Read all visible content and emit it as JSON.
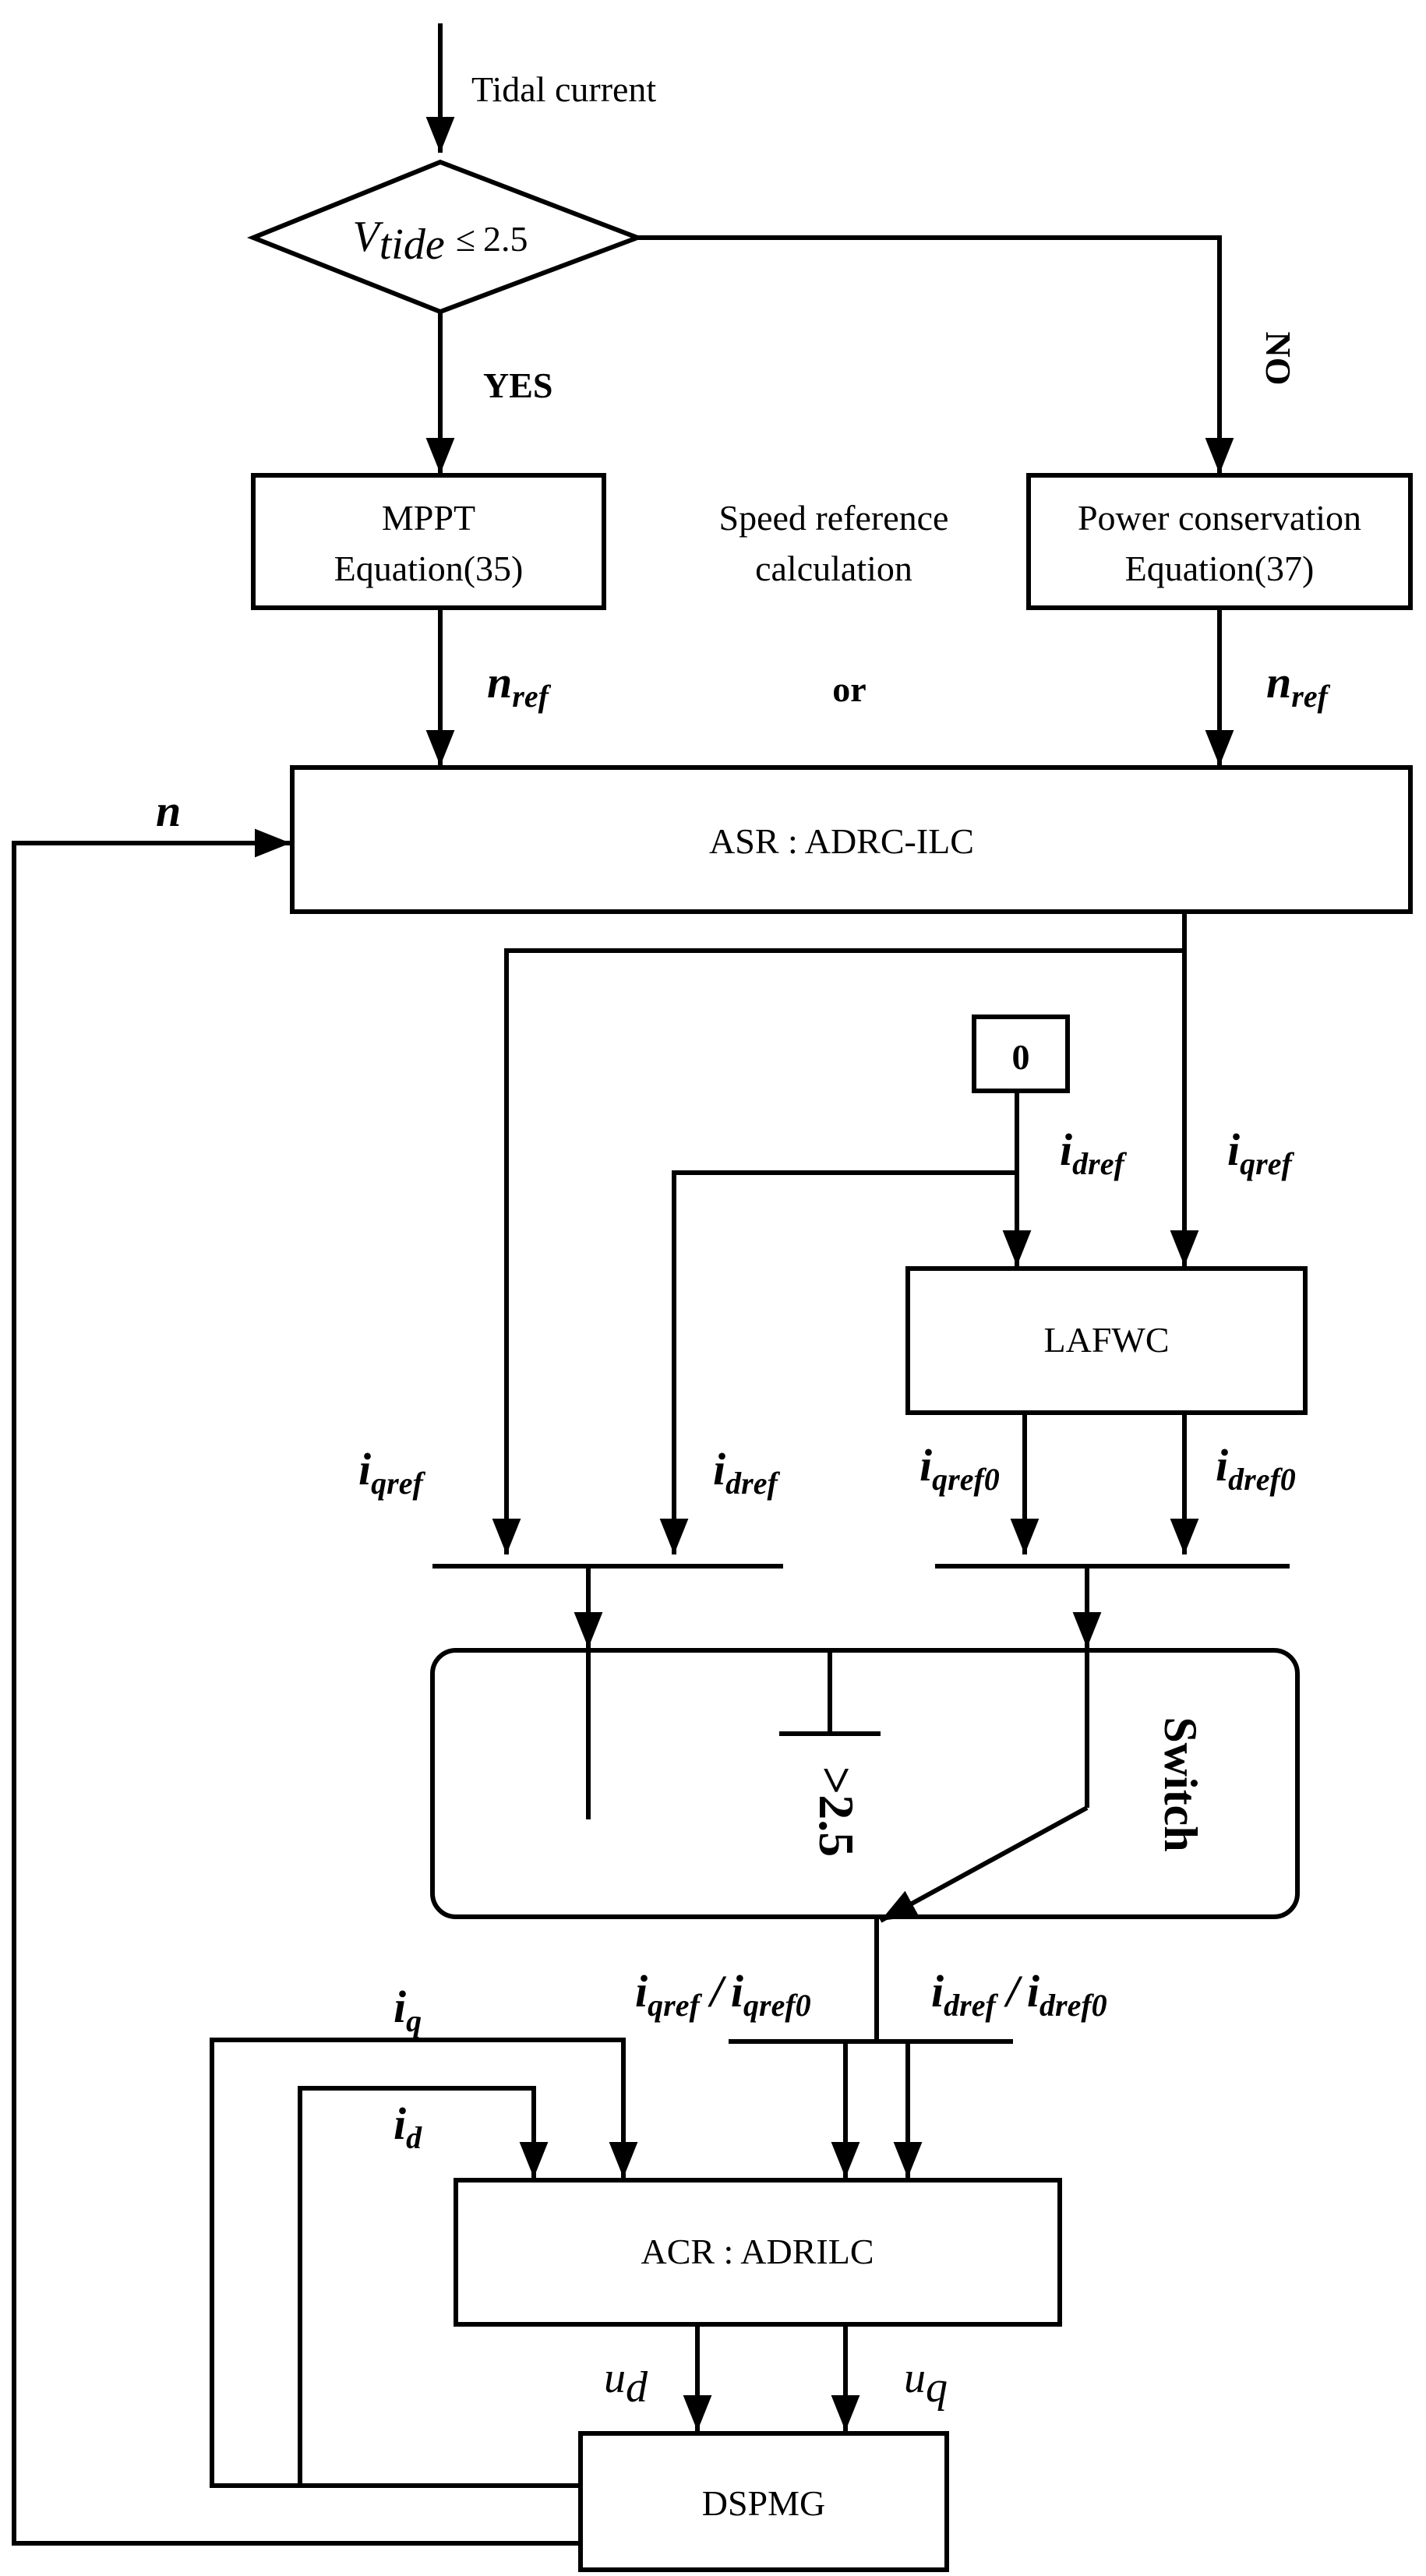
{
  "input_label": "Tidal current",
  "decision": {
    "var": "V",
    "sub": "tide",
    "op": "≤",
    "value": "2.5"
  },
  "yes_label": "YES",
  "no_label": "NO",
  "mppt": {
    "line1": "MPPT",
    "line2": "Equation(35)"
  },
  "speed_ref": {
    "line1": "Speed reference",
    "line2": "calculation"
  },
  "or_label": "or",
  "power_cons": {
    "line1": "Power conservation",
    "line2": "Equation(37)"
  },
  "asr_label": "ASR : ADRC-ILC",
  "zero_label": "0",
  "lafwc_label": "LAFWC",
  "switch_label": "Switch",
  "switch_cond": ">2.5",
  "acr_label": "ACR : ADRILC",
  "dspmg_label": "DSPMG",
  "signals": {
    "n_main": "n",
    "n_sub": "",
    "n_ref_main": "n",
    "n_ref_sub": "ref",
    "i_main": "i",
    "dref_sub": "dref",
    "qref_sub": "qref",
    "qref0_sub": "qref0",
    "dref0_sub": "dref0",
    "q_sub": "q",
    "d_sub": "d",
    "slash": "/",
    "u_main": "u",
    "ud_sub": "d",
    "uq_sub": "q"
  }
}
